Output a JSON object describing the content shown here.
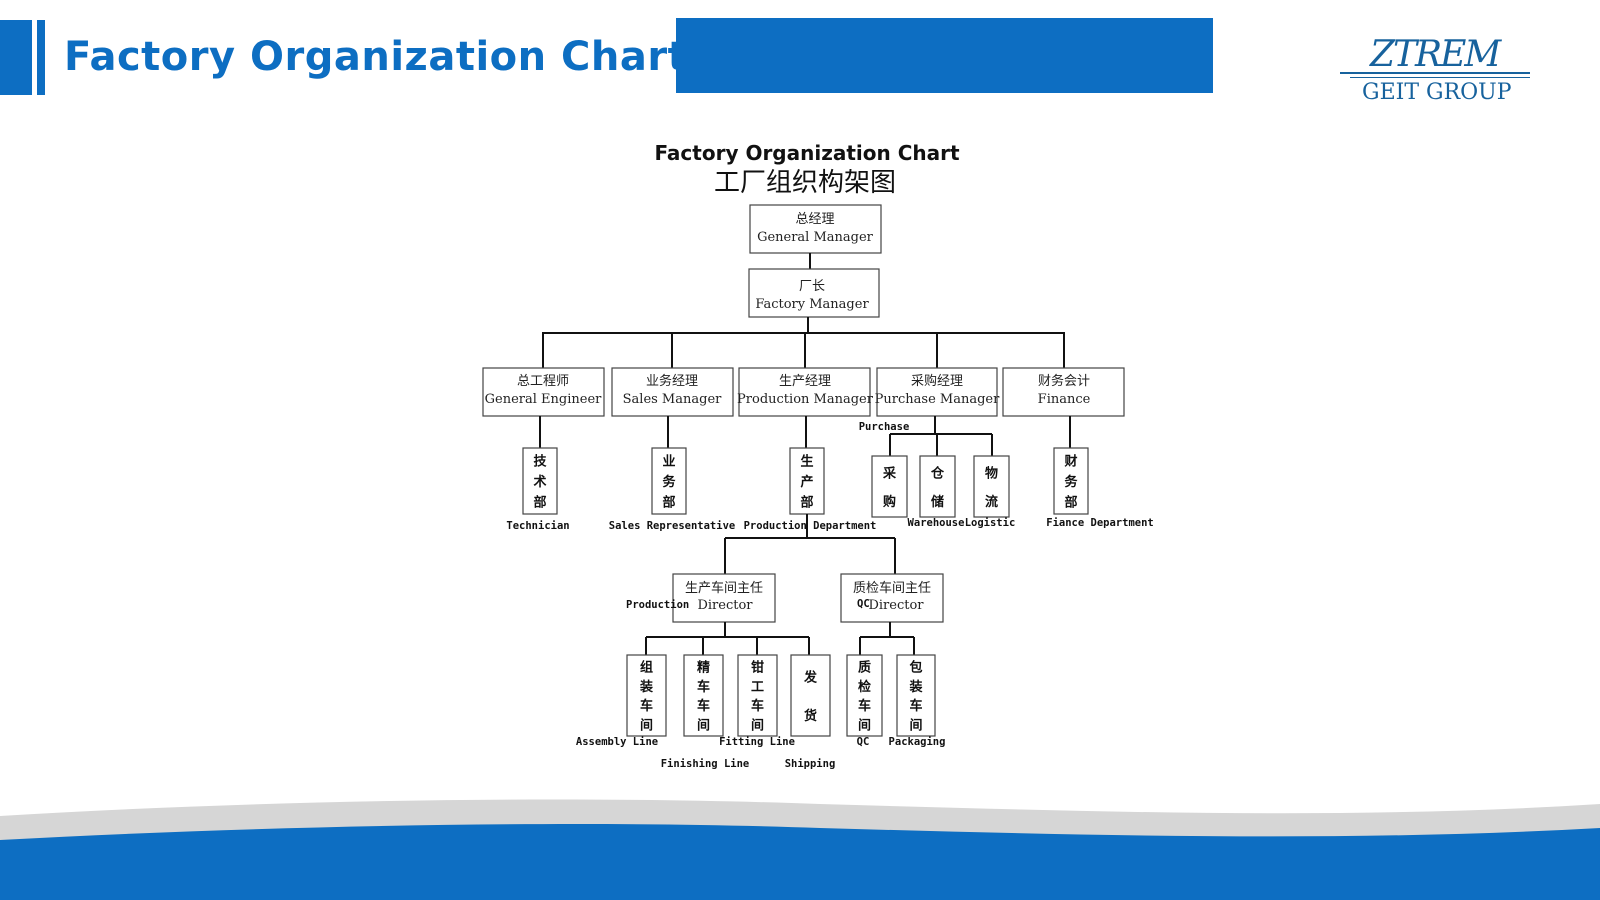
{
  "header": {
    "title": "Factory Organization Chart"
  },
  "logo": {
    "mark": "ZTREM",
    "text": "GEIT GROUP"
  },
  "diagram": {
    "title_en": "Factory Organization Chart",
    "title_cn": "工厂组织构架图",
    "general_manager": {
      "cn": "总经理",
      "en": "General Manager"
    },
    "factory_manager": {
      "cn": "厂长",
      "en": "Factory Manager"
    },
    "managers": [
      {
        "cn": "总工程师",
        "en": "General Engineer"
      },
      {
        "cn": "业务经理",
        "en": "Sales Manager"
      },
      {
        "cn": "生产经理",
        "en": "Production Manager"
      },
      {
        "cn": "采购经理",
        "en": "Purchase Manager"
      },
      {
        "cn": "财务会计",
        "en": "Finance"
      }
    ],
    "purchase_label": "Purchase",
    "departments": [
      {
        "cn": "技术部",
        "en": "Technician"
      },
      {
        "cn": "业务部",
        "en": "Sales Representative"
      },
      {
        "cn": "生产部",
        "en": "Production Department"
      },
      {
        "cn": "采购",
        "en": ""
      },
      {
        "cn": "仓储",
        "en": "Warehouse"
      },
      {
        "cn": "物流",
        "en": "Logistic"
      },
      {
        "cn": "财务部",
        "en": "Fiance Department"
      }
    ],
    "directors": [
      {
        "cn": "生产车间主任",
        "en_prefix": "Production",
        "en": "Director"
      },
      {
        "cn": "质检车间主任",
        "en_prefix": "QC",
        "en": "Director"
      }
    ],
    "workshops": [
      {
        "cn": "组装车间",
        "en": "Assembly Line"
      },
      {
        "cn": "精车车间",
        "en": "Finishing Line"
      },
      {
        "cn": "钳工车间",
        "en": "Fitting Line"
      },
      {
        "cn": "发货",
        "en": "Shipping"
      },
      {
        "cn": "质检车间",
        "en": "QC"
      },
      {
        "cn": "包装车间",
        "en": "Packaging"
      }
    ]
  }
}
